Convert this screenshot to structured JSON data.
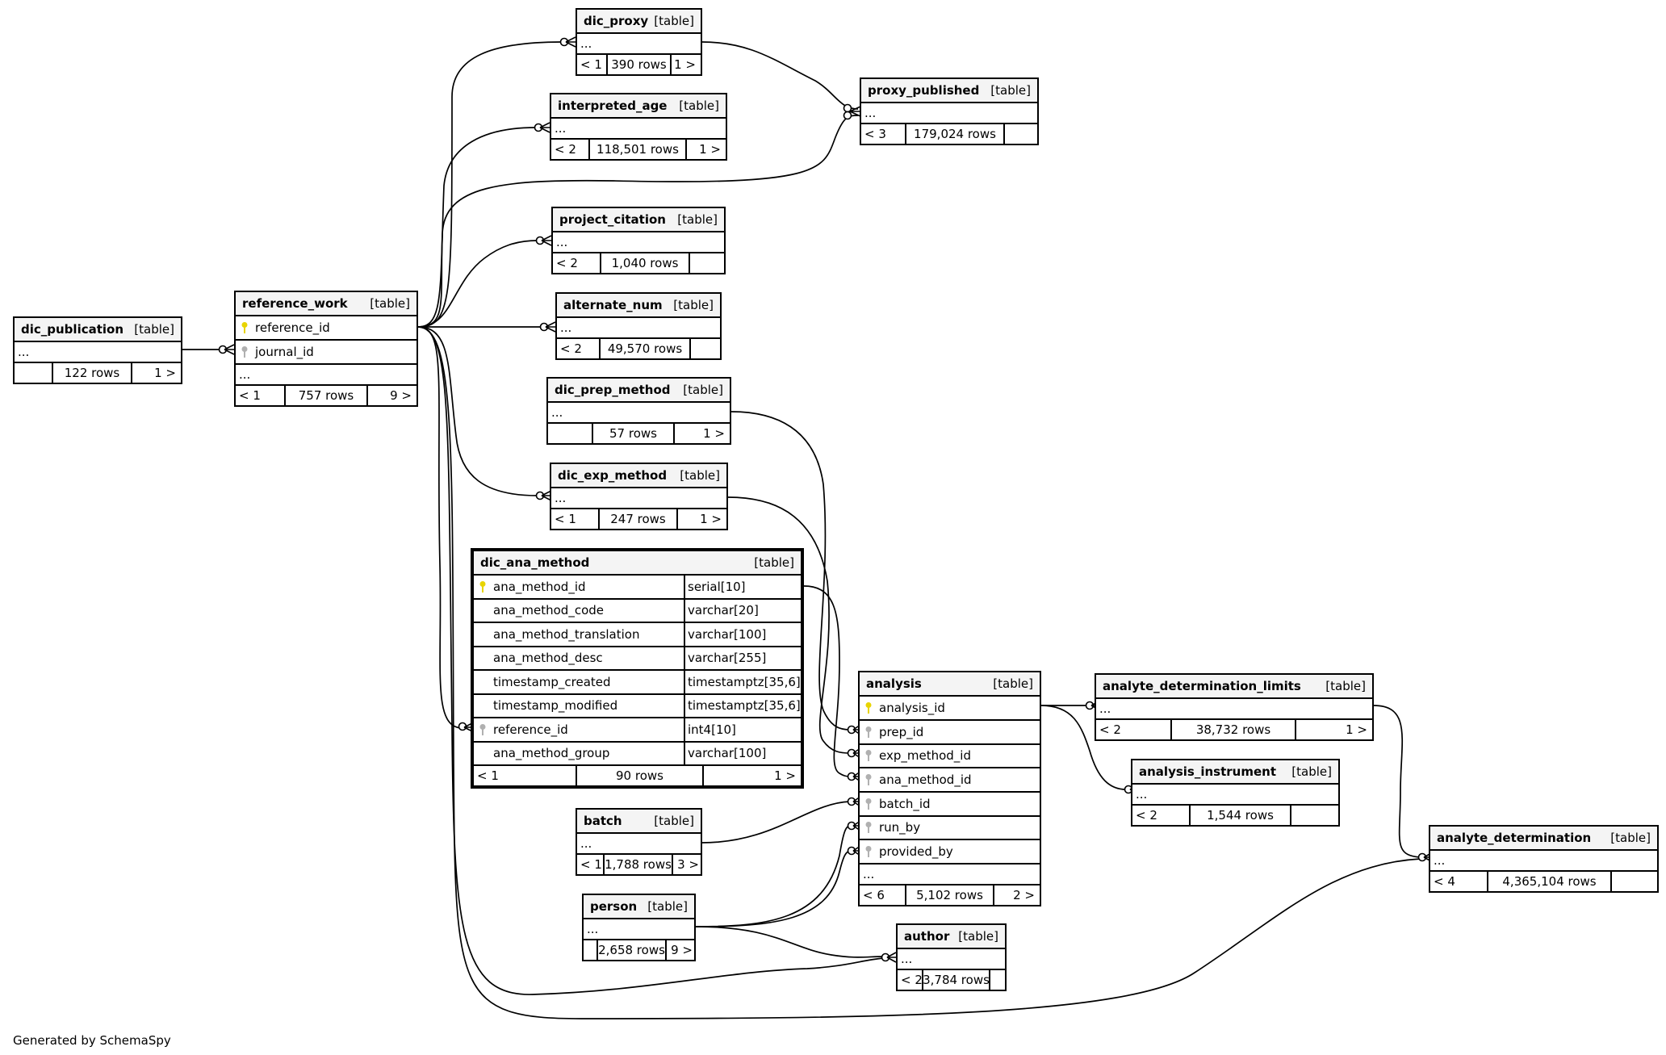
{
  "credit": "Generated by SchemaSpy",
  "ellipsis": "...",
  "tag": "[table]",
  "colors": {
    "primary_key": "#e8d400",
    "foreign_key": "#b0b0b0",
    "header_bg": "#f4f4f4",
    "border": "#000000"
  },
  "tables": {
    "dic_proxy": {
      "name": "dic_proxy",
      "parents": "< 1",
      "rows": "390 rows",
      "children": "1 >"
    },
    "proxy_published": {
      "name": "proxy_published",
      "parents": "< 3",
      "rows": "179,024 rows",
      "children": ""
    },
    "interpreted_age": {
      "name": "interpreted_age",
      "parents": "< 2",
      "rows": "118,501 rows",
      "children": "1 >"
    },
    "project_citation": {
      "name": "project_citation",
      "parents": "< 2",
      "rows": "1,040 rows",
      "children": ""
    },
    "alternate_num": {
      "name": "alternate_num",
      "parents": "< 2",
      "rows": "49,570 rows",
      "children": ""
    },
    "dic_publication": {
      "name": "dic_publication",
      "parents": "",
      "rows": "122 rows",
      "children": "1 >"
    },
    "reference_work": {
      "name": "reference_work",
      "parents": "< 1",
      "rows": "757 rows",
      "children": "9 >",
      "columns": [
        {
          "name": "reference_id",
          "key": "primary"
        },
        {
          "name": "journal_id",
          "key": "foreign"
        }
      ]
    },
    "dic_prep_method": {
      "name": "dic_prep_method",
      "parents": "",
      "rows": "57 rows",
      "children": "1 >"
    },
    "dic_exp_method": {
      "name": "dic_exp_method",
      "parents": "< 1",
      "rows": "247 rows",
      "children": "1 >"
    },
    "dic_ana_method": {
      "name": "dic_ana_method",
      "parents": "< 1",
      "rows": "90 rows",
      "children": "1 >",
      "columns": [
        {
          "name": "ana_method_id",
          "type": "serial[10]",
          "key": "primary"
        },
        {
          "name": "ana_method_code",
          "type": "varchar[20]",
          "key": "none"
        },
        {
          "name": "ana_method_translation",
          "type": "varchar[100]",
          "key": "none"
        },
        {
          "name": "ana_method_desc",
          "type": "varchar[255]",
          "key": "none"
        },
        {
          "name": "timestamp_created",
          "type": "timestamptz[35,6]",
          "key": "none"
        },
        {
          "name": "timestamp_modified",
          "type": "timestamptz[35,6]",
          "key": "none"
        },
        {
          "name": "reference_id",
          "type": "int4[10]",
          "key": "foreign"
        },
        {
          "name": "ana_method_group",
          "type": "varchar[100]",
          "key": "none"
        }
      ]
    },
    "batch": {
      "name": "batch",
      "parents": "< 1",
      "rows": "1,788 rows",
      "children": "3 >"
    },
    "person": {
      "name": "person",
      "parents": "",
      "rows": "2,658 rows",
      "children": "9 >"
    },
    "analysis": {
      "name": "analysis",
      "parents": "< 6",
      "rows": "5,102 rows",
      "children": "2 >",
      "columns": [
        {
          "name": "analysis_id",
          "key": "primary"
        },
        {
          "name": "prep_id",
          "key": "foreign"
        },
        {
          "name": "exp_method_id",
          "key": "foreign"
        },
        {
          "name": "ana_method_id",
          "key": "foreign"
        },
        {
          "name": "batch_id",
          "key": "foreign"
        },
        {
          "name": "run_by",
          "key": "foreign"
        },
        {
          "name": "provided_by",
          "key": "foreign"
        }
      ]
    },
    "author": {
      "name": "author",
      "parents": "< 2",
      "rows": "3,784 rows",
      "children": ""
    },
    "analyte_determination_limits": {
      "name": "analyte_determination_limits",
      "parents": "< 2",
      "rows": "38,732 rows",
      "children": "1 >"
    },
    "analysis_instrument": {
      "name": "analysis_instrument",
      "parents": "< 2",
      "rows": "1,544 rows",
      "children": ""
    },
    "analyte_determination": {
      "name": "analyte_determination",
      "parents": "< 4",
      "rows": "4,365,104 rows",
      "children": ""
    }
  }
}
